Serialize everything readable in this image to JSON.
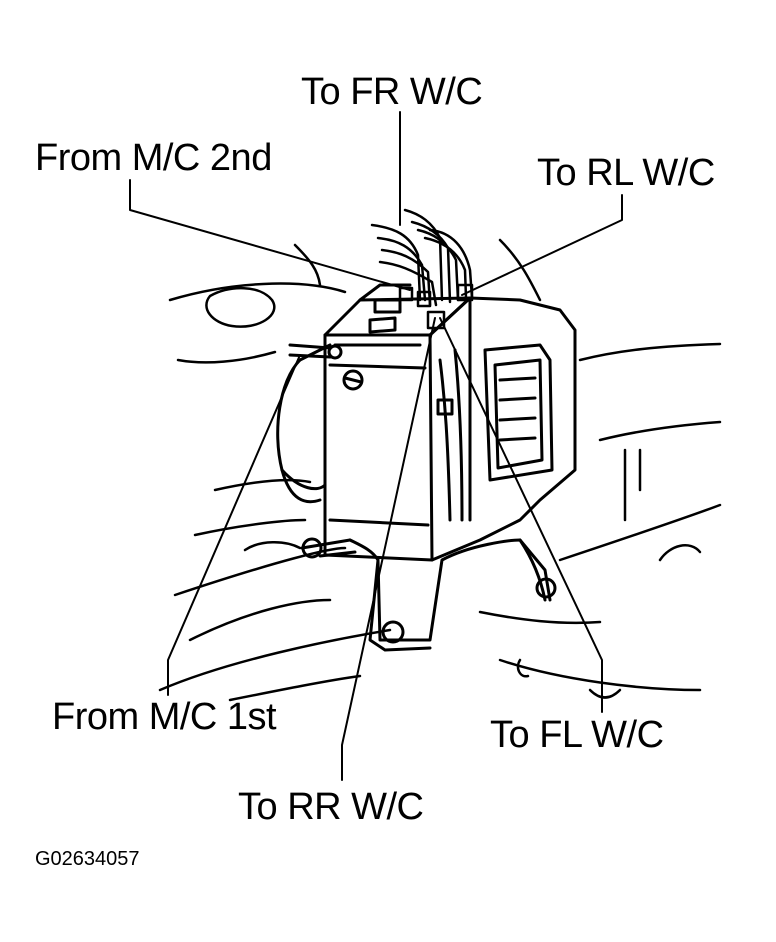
{
  "labels": {
    "to_fr_wc": "To FR W/C",
    "from_mc_2nd": "From M/C 2nd",
    "to_rl_wc": "To RL W/C",
    "from_mc_1st": "From M/C 1st",
    "to_fl_wc": "To FL W/C",
    "to_rr_wc": "To RR W/C"
  },
  "figure_code": "G02634057"
}
